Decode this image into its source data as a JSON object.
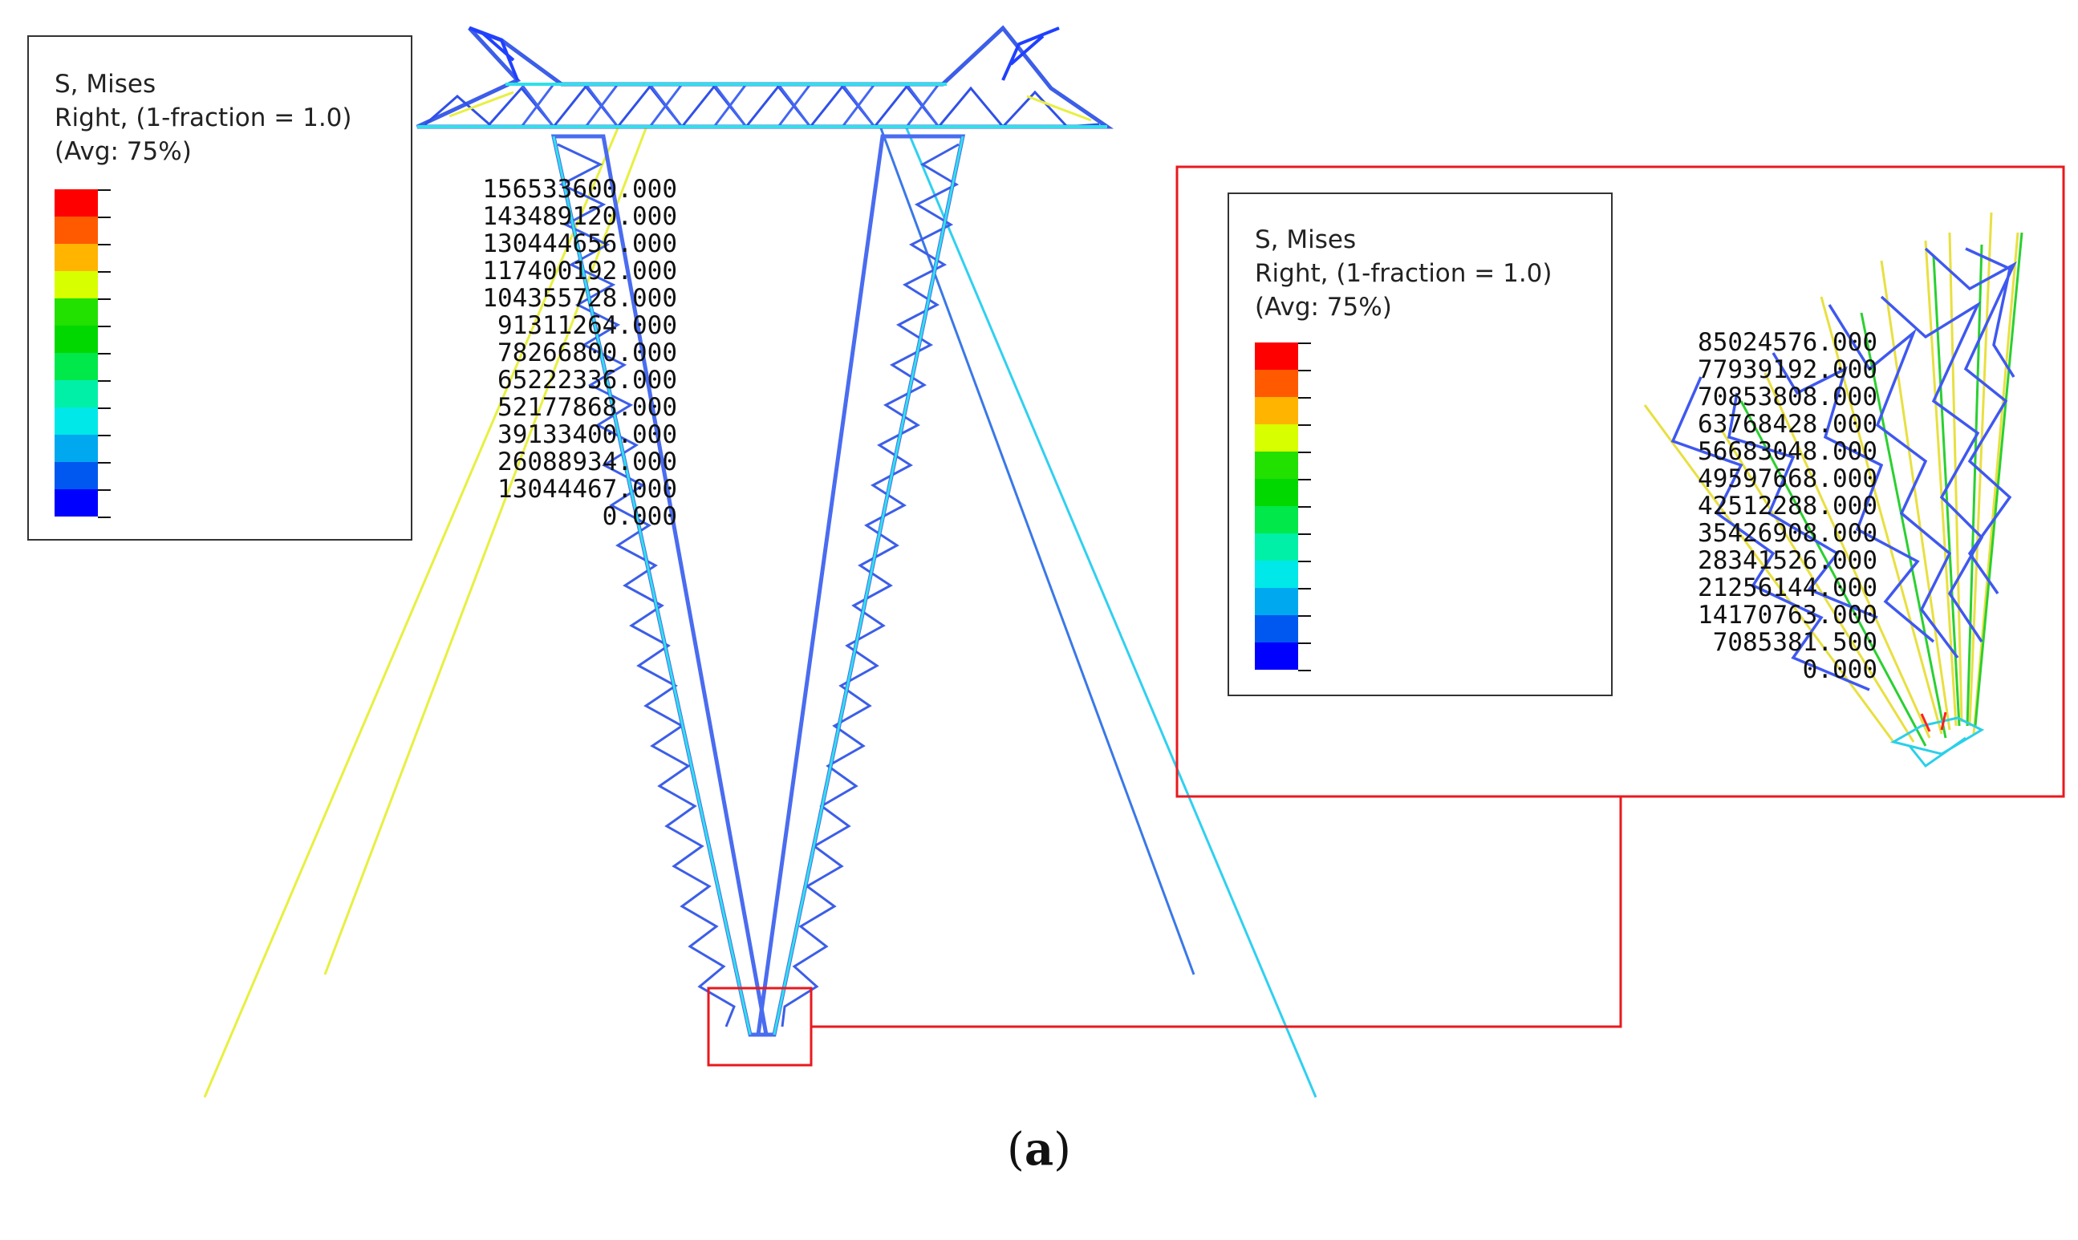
{
  "legend_main": {
    "line1": "S, Mises",
    "line2": "Right, (1-fraction = 1.0)",
    "line3": "(Avg: 75%)",
    "labels": [
      "156533600.000",
      "143489120.000",
      "130444656.000",
      "117400192.000",
      "104355728.000",
      "91311264.000",
      "78266800.000",
      "65222336.000",
      "52177868.000",
      "39133400.000",
      "26088934.000",
      "13044467.000",
      "0.000"
    ]
  },
  "legend_detail": {
    "line1": "S, Mises",
    "line2": "Right, (1-fraction = 1.0)",
    "line3": "(Avg: 75%)",
    "labels": [
      "85024576.000",
      "77939192.000",
      "70853808.000",
      "63768428.000",
      "56683048.000",
      "49597668.000",
      "42512288.000",
      "35426908.000",
      "28341526.000",
      "21256144.000",
      "14170763.000",
      "7085381.500",
      "0.000"
    ]
  },
  "colors": {
    "scale": [
      "#ff0000",
      "#ff5a00",
      "#ffb400",
      "#d8ff00",
      "#22e000",
      "#00d800",
      "#00e84a",
      "#00f0a8",
      "#00e8e8",
      "#00a8f0",
      "#0058f0",
      "#0000ff"
    ],
    "highlight": "#e8191e"
  },
  "caption": {
    "open": "(",
    "letter": "a",
    "close": ")"
  }
}
